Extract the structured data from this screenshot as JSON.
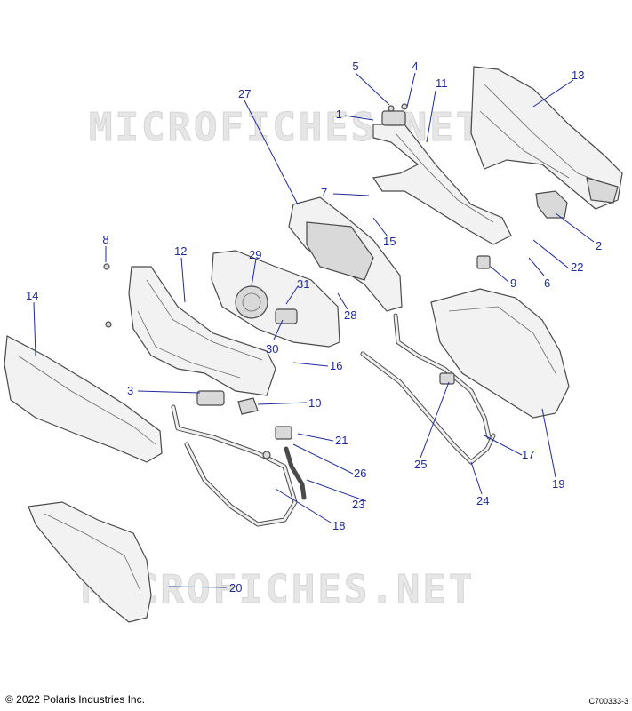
{
  "watermark": {
    "text": "MICROFICHES.NET"
  },
  "callouts": {
    "c1": "1",
    "c2": "2",
    "c3": "3",
    "c4": "4",
    "c5": "5",
    "c6": "6",
    "c7": "7",
    "c8": "8",
    "c9": "9",
    "c10": "10",
    "c11": "11",
    "c12": "12",
    "c13": "13",
    "c14": "14",
    "c15": "15",
    "c16": "16",
    "c17": "17",
    "c18": "18",
    "c19": "19",
    "c20": "20",
    "c21": "21",
    "c22": "22",
    "c23": "23",
    "c24": "24",
    "c25": "25",
    "c26": "26",
    "c27": "27",
    "c28": "28",
    "c29": "29",
    "c30": "30",
    "c31": "31"
  },
  "footer": {
    "copyright": "© 2022 Polaris Industries Inc.",
    "code": "C700333-3"
  },
  "colors": {
    "callout": "#1f2a9c",
    "line_art": "#4a4a4a",
    "watermark": "#e6e6e6"
  }
}
